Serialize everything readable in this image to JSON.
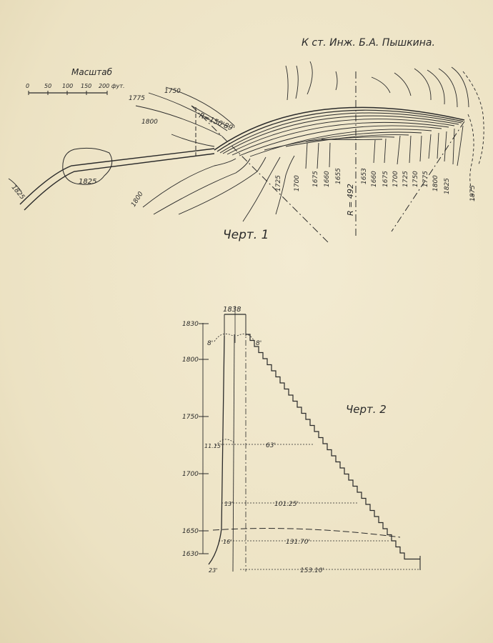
{
  "header": {
    "author_note": "К ст. Инж. Б.А. Пышкина."
  },
  "fig1": {
    "caption": "Черт. 1",
    "scale": {
      "title": "Масштаб",
      "ticks": [
        "0",
        "50",
        "100",
        "150",
        "200 фут."
      ]
    },
    "radius_left": "R=150'89'",
    "radius_center": "R = 492",
    "contours_left": [
      "1775",
      "1750",
      "1800",
      "1825",
      "1825",
      "1800",
      "1725"
    ],
    "contours_right": [
      "1700",
      "1675",
      "1660",
      "1655",
      "1653",
      "1660",
      "1675",
      "1700",
      "1725",
      "1750",
      "1775",
      "1800",
      "1825",
      "1875"
    ]
  },
  "fig2": {
    "caption": "Черт. 2",
    "top_elev": "1838",
    "elevations": [
      "1830",
      "1800",
      "1750",
      "1700",
      "1650",
      "1630"
    ],
    "crest_widths": [
      "8'",
      "8'"
    ],
    "dims": [
      {
        "left": "11.15'",
        "right": "63'"
      },
      {
        "left": "13'",
        "right": "101.25'"
      },
      {
        "left": "16'",
        "right": "131.70'"
      },
      {
        "left": "23'",
        "right": "153.10'"
      }
    ]
  }
}
